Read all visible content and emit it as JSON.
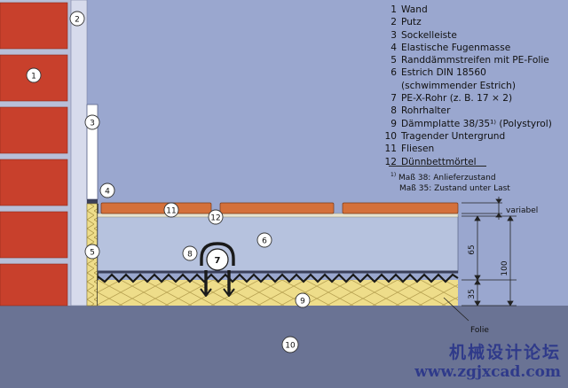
{
  "legend": [
    {
      "num": "1",
      "text": "Wand"
    },
    {
      "num": "2",
      "text": "Putz"
    },
    {
      "num": "3",
      "text": "Sockelleiste"
    },
    {
      "num": "4",
      "text": "Elastische Fugenmasse"
    },
    {
      "num": "5",
      "text": "Randdämmstreifen mit PE-Folie"
    },
    {
      "num": "6",
      "text": "Estrich DIN 18560",
      "cont": "(schwimmender Estrich)"
    },
    {
      "num": "7",
      "text": "PE-X-Rohr (z. B. 17 × 2)"
    },
    {
      "num": "8",
      "text": "Rohrhalter"
    },
    {
      "num": "9",
      "text": "Dämmplatte 38/35¹⁾ (Polystyrol)"
    },
    {
      "num": "10",
      "text": "Tragender Untergrund"
    },
    {
      "num": "11",
      "text": "Fliesen"
    },
    {
      "num": "12",
      "text": "Dünnbettmörtel"
    }
  ],
  "footnote": {
    "marker": "1)",
    "line1": "Maß 38: Anlieferzustand",
    "line2": "Maß 35: Zustand unter Last"
  },
  "callouts": {
    "c1": "1",
    "c2": "2",
    "c3": "3",
    "c4": "4",
    "c5": "5",
    "c6": "6",
    "c7": "7",
    "c8": "8",
    "c9": "9",
    "c10": "10",
    "c11": "11",
    "c12": "12"
  },
  "dimensions": {
    "variabel": "variabel",
    "d65": "65",
    "d35": "35",
    "d100": "100",
    "folie": "Folie"
  },
  "watermark": {
    "title": "机械设计论坛",
    "url": "www.zgjxcad.com"
  },
  "colors": {
    "background": "#9aa7cf",
    "brick": "#c8402c",
    "mortar": "#b8bfd8",
    "screed": "#b6c2de",
    "insulation": "#eedd8a",
    "tiles": "#d4703a",
    "substrate": "#6a7394"
  }
}
